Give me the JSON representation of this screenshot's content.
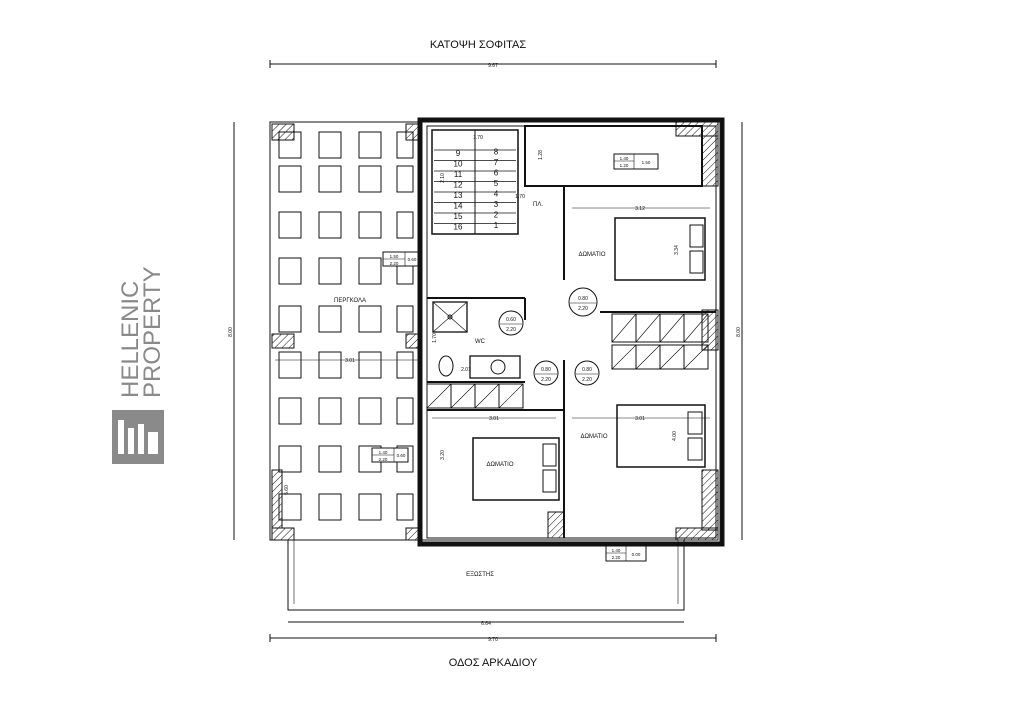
{
  "title": "ΚΑΤΟΨΗ ΣΟΦΙΤΑΣ",
  "street": "ΟΔΟΣ ΑΡΚΑΔΙΟΥ",
  "dims": {
    "top": "9.67",
    "bottom_outer": "9.70",
    "bottom_inner": "6.64",
    "left": "8.00",
    "right": "8.00",
    "pergola_width": "3.01",
    "pergola_left_small": "5.60",
    "stair_width": "1.70",
    "stair_height": "2.10",
    "pl_width": "1.70",
    "store_height": "1.28",
    "room1_width": "3.12",
    "room1_height": "3.34",
    "wc_width": "2.01",
    "wc_height": "1.70",
    "room2_width": "3.01",
    "room2_height": "3.20",
    "room3_width": "3.01",
    "room3_height": "4.00"
  },
  "rooms": {
    "pergola": "ΠΕΡΓΚΟΛΑ",
    "wc": "WC",
    "pl": "ΠΛ.",
    "room1": "ΔΩΜΑΤΙΟ",
    "room2": "ΔΩΜΑΤΙΟ",
    "room3": "ΔΩΜΑΤΙΟ",
    "balcony": "ΕΞΩΣΤΗΣ"
  },
  "stairs": [
    "1",
    "2",
    "3",
    "4",
    "5",
    "6",
    "7",
    "8",
    "9",
    "10",
    "11",
    "12",
    "13",
    "14",
    "15",
    "16"
  ],
  "openings": {
    "store_window": [
      "1.40",
      "1.20",
      "1.50"
    ],
    "pergola_window_top": [
      "1.50",
      "2.20",
      "0.60"
    ],
    "pergola_window_bottom": [
      "1.40",
      "2.20",
      "0.60"
    ],
    "balcony_window": [
      "1.40",
      "2.20",
      "0.00"
    ],
    "door_room1": [
      "0.80",
      "2.20"
    ],
    "door_wc": [
      "0.60",
      "2.20"
    ],
    "door_room2": [
      "0.80",
      "2.20"
    ],
    "door_room3": [
      "0.80",
      "2.20"
    ]
  },
  "logo": {
    "line1": "HELLENIC",
    "line2": "PROPERTY",
    "color": "#8a8a8a"
  },
  "colors": {
    "line": "#111111",
    "wall": "#111111",
    "logo": "#8a8a8a"
  }
}
